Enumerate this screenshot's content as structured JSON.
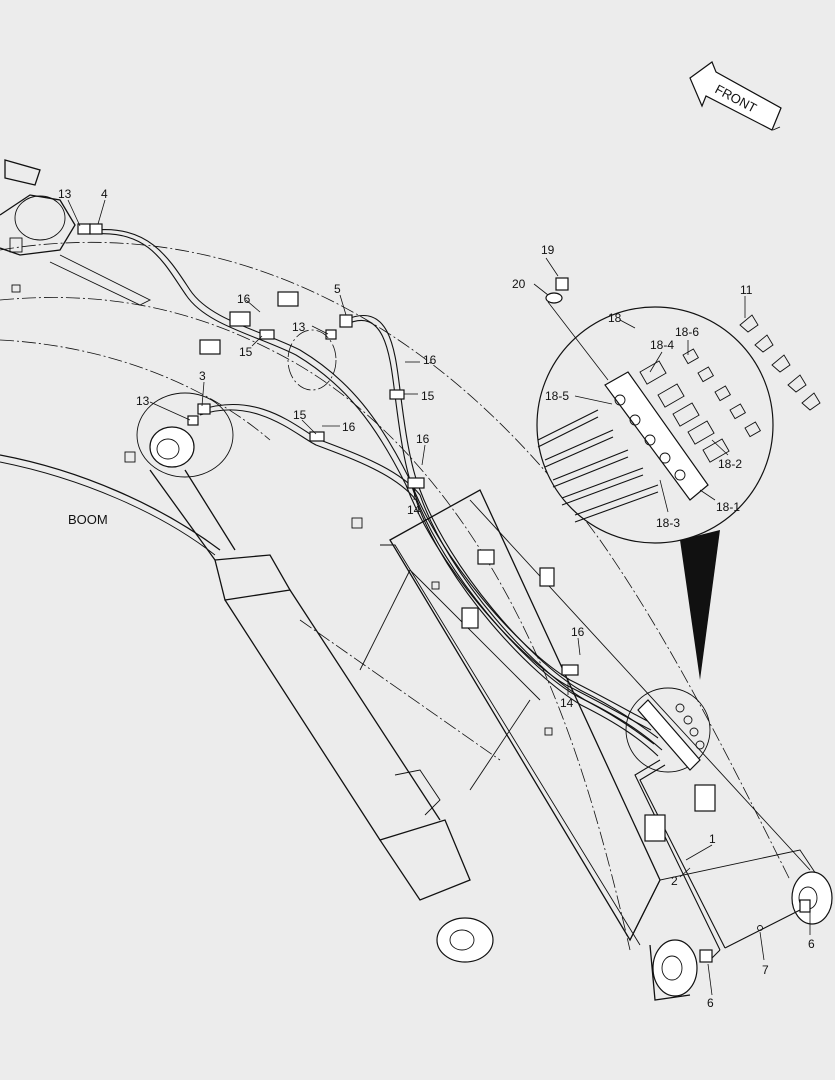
{
  "diagram": {
    "front_label": "FRONT",
    "boom_label": "BOOM",
    "callouts": [
      {
        "id": "c13a",
        "text": "13"
      },
      {
        "id": "c4",
        "text": "4"
      },
      {
        "id": "c5",
        "text": "5"
      },
      {
        "id": "c16a",
        "text": "16"
      },
      {
        "id": "c13b",
        "text": "13"
      },
      {
        "id": "c15a",
        "text": "15"
      },
      {
        "id": "c16b",
        "text": "16"
      },
      {
        "id": "c15b",
        "text": "15"
      },
      {
        "id": "c3",
        "text": "3"
      },
      {
        "id": "c13c",
        "text": "13"
      },
      {
        "id": "c15c",
        "text": "15"
      },
      {
        "id": "c16c",
        "text": "16"
      },
      {
        "id": "c16d",
        "text": "16"
      },
      {
        "id": "c14a",
        "text": "14"
      },
      {
        "id": "c16e",
        "text": "16"
      },
      {
        "id": "c14b",
        "text": "14"
      },
      {
        "id": "c19",
        "text": "19"
      },
      {
        "id": "c20",
        "text": "20"
      },
      {
        "id": "c11",
        "text": "11"
      },
      {
        "id": "c18",
        "text": "18"
      },
      {
        "id": "c18-6",
        "text": "18-6"
      },
      {
        "id": "c18-4",
        "text": "18-4"
      },
      {
        "id": "c18-5",
        "text": "18-5"
      },
      {
        "id": "c18-2",
        "text": "18-2"
      },
      {
        "id": "c18-1",
        "text": "18-1"
      },
      {
        "id": "c18-3",
        "text": "18-3"
      },
      {
        "id": "c1",
        "text": "1"
      },
      {
        "id": "c2",
        "text": "2"
      },
      {
        "id": "c6a",
        "text": "6"
      },
      {
        "id": "c7",
        "text": "7"
      },
      {
        "id": "c6b",
        "text": "6"
      }
    ]
  }
}
